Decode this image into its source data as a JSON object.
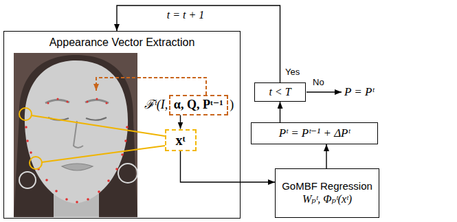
{
  "diagram": {
    "nodes": [
      {
        "text": [
          "Appearance Vector Extraction"
        ]
      },
      {
        "text": [
          "α, Q, Pᵗ⁻¹"
        ],
        "in": 0
      },
      {
        "text": [
          "xᵗ"
        ],
        "in": 0
      },
      {
        "text": [
          "t < T"
        ]
      },
      {
        "text": [
          "Pᵗ = Pᵗ⁻¹ + ΔPᵗ"
        ]
      },
      {
        "text": [
          "GoMBF Regression",
          "Wₚᵗ, Φₚᵗ(xᵗ)"
        ]
      }
    ],
    "edges": [
      {
        "from": 1,
        "to": 2,
        "arrow": "to"
      },
      {
        "from": 2,
        "to": 5,
        "arrow": "to"
      },
      {
        "from": 5,
        "to": 4,
        "arrow": "to"
      },
      {
        "from": 4,
        "to": 3,
        "arrow": "to"
      },
      {
        "from": 3,
        "to": 0,
        "arrow": "to",
        "label": "t = t + 1"
      }
    ],
    "labels": [
      "ℱᵗ(I,",
      ")",
      "Yes",
      "No",
      "P = Pᵗ"
    ]
  }
}
